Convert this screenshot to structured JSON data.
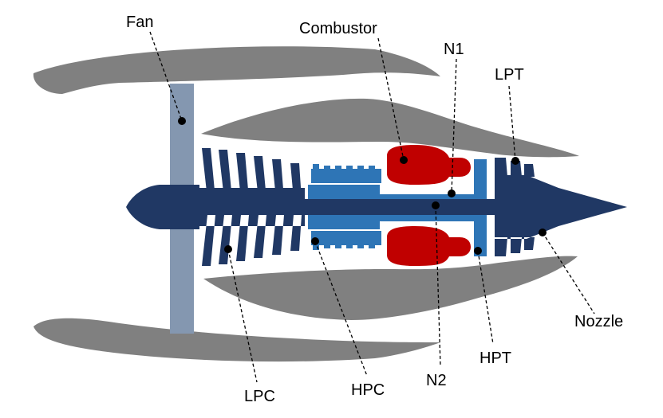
{
  "labels": {
    "fan": "Fan",
    "combustor": "Combustor",
    "n1": "N1",
    "lpt": "LPT",
    "nozzle": "Nozzle",
    "hpt": "HPT",
    "n2": "N2",
    "hpc": "HPC",
    "lpc": "LPC"
  },
  "colors": {
    "nacelle": "#808080",
    "fan_blade": "#8497b0",
    "low_spool": "#203864",
    "high_spool": "#2e75b6",
    "combustor": "#c00000",
    "leader": "#000000"
  }
}
